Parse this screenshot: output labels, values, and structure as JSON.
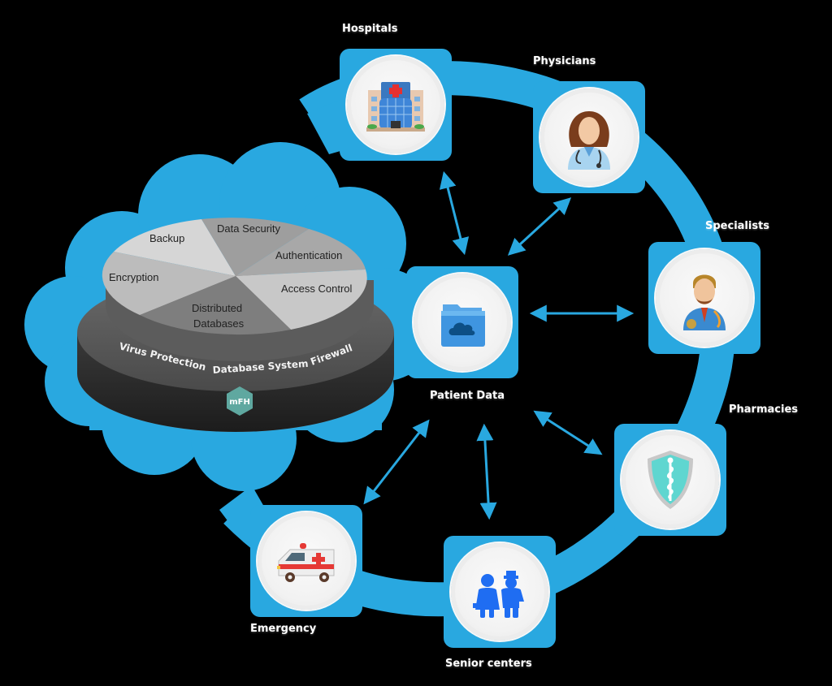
{
  "diagram": {
    "background": "#000000",
    "accent": "#29a8e0",
    "center": {
      "label": "Patient Data",
      "icon": "cloud-folder-icon"
    },
    "nodes": [
      {
        "id": "hospitals",
        "label": "Hospitals",
        "icon": "hospital-building-icon"
      },
      {
        "id": "physicians",
        "label": "Physicians",
        "icon": "female-doctor-icon"
      },
      {
        "id": "specialists",
        "label": "Specialists",
        "icon": "male-doctor-icon"
      },
      {
        "id": "pharmacies",
        "label": "Pharmacies",
        "icon": "caduceus-shield-icon"
      },
      {
        "id": "senior",
        "label": "Senior centers",
        "icon": "elderly-couple-icon"
      },
      {
        "id": "emergency",
        "label": "Emergency",
        "icon": "ambulance-icon"
      }
    ],
    "security_platform": {
      "pie_segments": [
        "Backup",
        "Data Security",
        "Authentication",
        "Access Control",
        "Distributed",
        "Databases",
        "Encryption"
      ],
      "rim_labels": [
        "Virus Protection",
        "Database System",
        "Firewall"
      ],
      "badge": "mFH"
    },
    "connections": [
      {
        "from": "Patient Data",
        "to": "Hospitals"
      },
      {
        "from": "Patient Data",
        "to": "Physicians"
      },
      {
        "from": "Patient Data",
        "to": "Specialists"
      },
      {
        "from": "Patient Data",
        "to": "Pharmacies"
      },
      {
        "from": "Patient Data",
        "to": "Senior centers"
      },
      {
        "from": "Patient Data",
        "to": "Emergency"
      }
    ]
  }
}
